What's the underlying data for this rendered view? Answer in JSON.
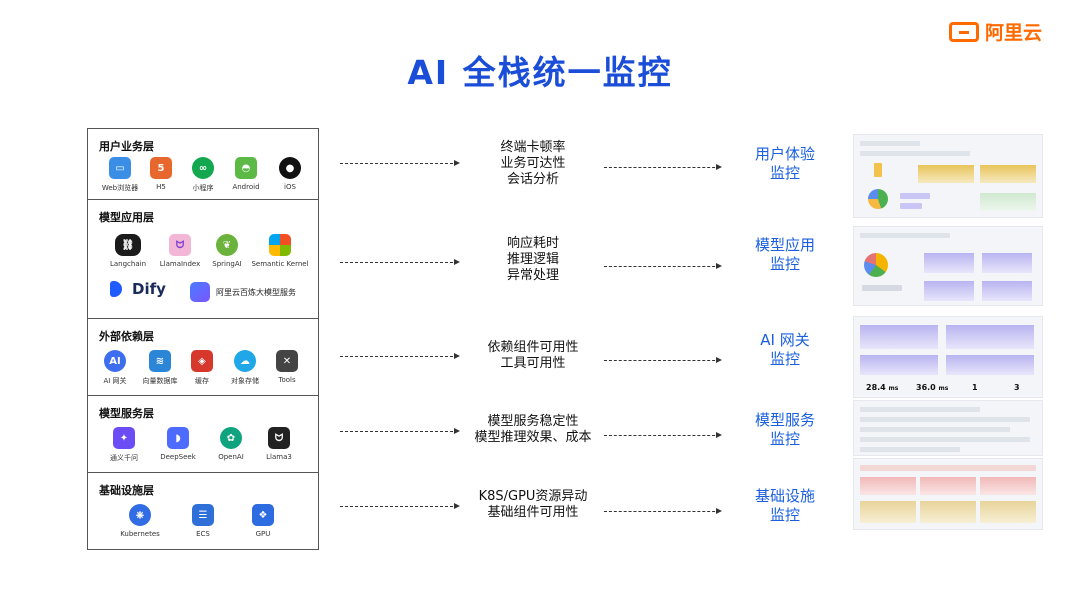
{
  "logo": {
    "text": "阿里云"
  },
  "title": "AI 全栈统一监控",
  "layers": [
    {
      "title": "用户业务层",
      "items": [
        "Web浏览器",
        "H5",
        "小程序",
        "Android",
        "iOS"
      ]
    },
    {
      "title": "模型应用层",
      "items": [
        "Langchain",
        "LlamaIndex",
        "SpringAI",
        "Semantic Kernel"
      ],
      "extra": [
        "Dify",
        "阿里云百炼大模型服务"
      ]
    },
    {
      "title": "外部依赖层",
      "items": [
        "AI 网关",
        "向量数据库",
        "缓存",
        "对象存储",
        "Tools"
      ]
    },
    {
      "title": "模型服务层",
      "items": [
        "通义千问",
        "DeepSeek",
        "OpenAI",
        "Llama3"
      ]
    },
    {
      "title": "基础设施层",
      "items": [
        "Kubernetes",
        "ECS",
        "GPU"
      ]
    }
  ],
  "metrics": [
    [
      "终端卡顿率",
      "业务可达性",
      "会话分析"
    ],
    [
      "响应耗时",
      "推理逻辑",
      "异常处理"
    ],
    [
      "依赖组件可用性",
      "工具可用性"
    ],
    [
      "模型服务稳定性",
      "模型推理效果、成本"
    ],
    [
      "K8S/GPU资源异动",
      "基础组件可用性"
    ]
  ],
  "monitors": [
    [
      "用户体验",
      "监控"
    ],
    [
      "模型应用",
      "监控"
    ],
    [
      "AI 网关",
      "监控"
    ],
    [
      "模型服务",
      "监控"
    ],
    [
      "基础设施",
      "监控"
    ]
  ],
  "dashboard_stats": [
    "28.4",
    "ms",
    "36.0",
    "ms",
    "1",
    "3"
  ]
}
